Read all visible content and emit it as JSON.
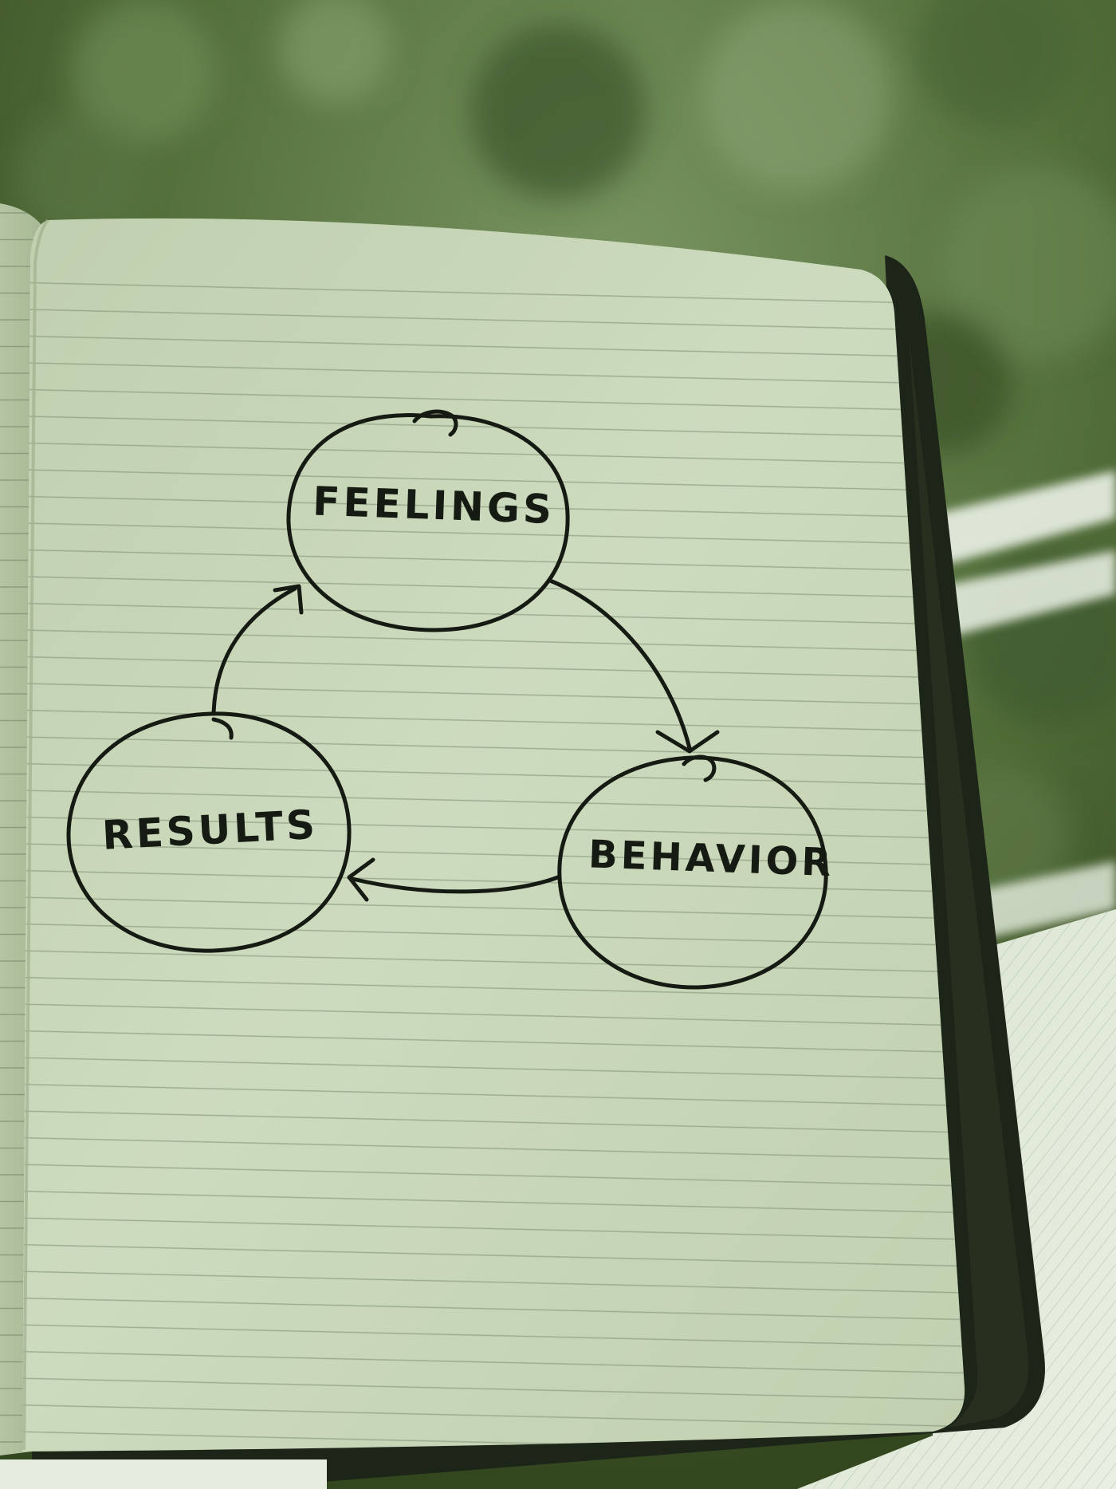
{
  "photo": {
    "subject": "hand-drawn cycle diagram in an open lined notebook"
  },
  "diagram": {
    "nodes": [
      {
        "id": "feelings",
        "label": "FEELINGS"
      },
      {
        "id": "behavior",
        "label": "BEHAVIOR"
      },
      {
        "id": "results",
        "label": "RESULTS"
      }
    ],
    "edges": [
      {
        "from": "feelings",
        "to": "behavior"
      },
      {
        "from": "behavior",
        "to": "results"
      },
      {
        "from": "results",
        "to": "feelings"
      }
    ]
  },
  "colors": {
    "foliage_dark": "#3f5a2c",
    "foliage_light": "#7e9868",
    "paper": "#cfdcc0",
    "paper_shade": "#b9c9a8",
    "rule_line": "#7f9076",
    "ink": "#151a12",
    "cover": "#1d2418",
    "table": "#dfe7d6"
  }
}
